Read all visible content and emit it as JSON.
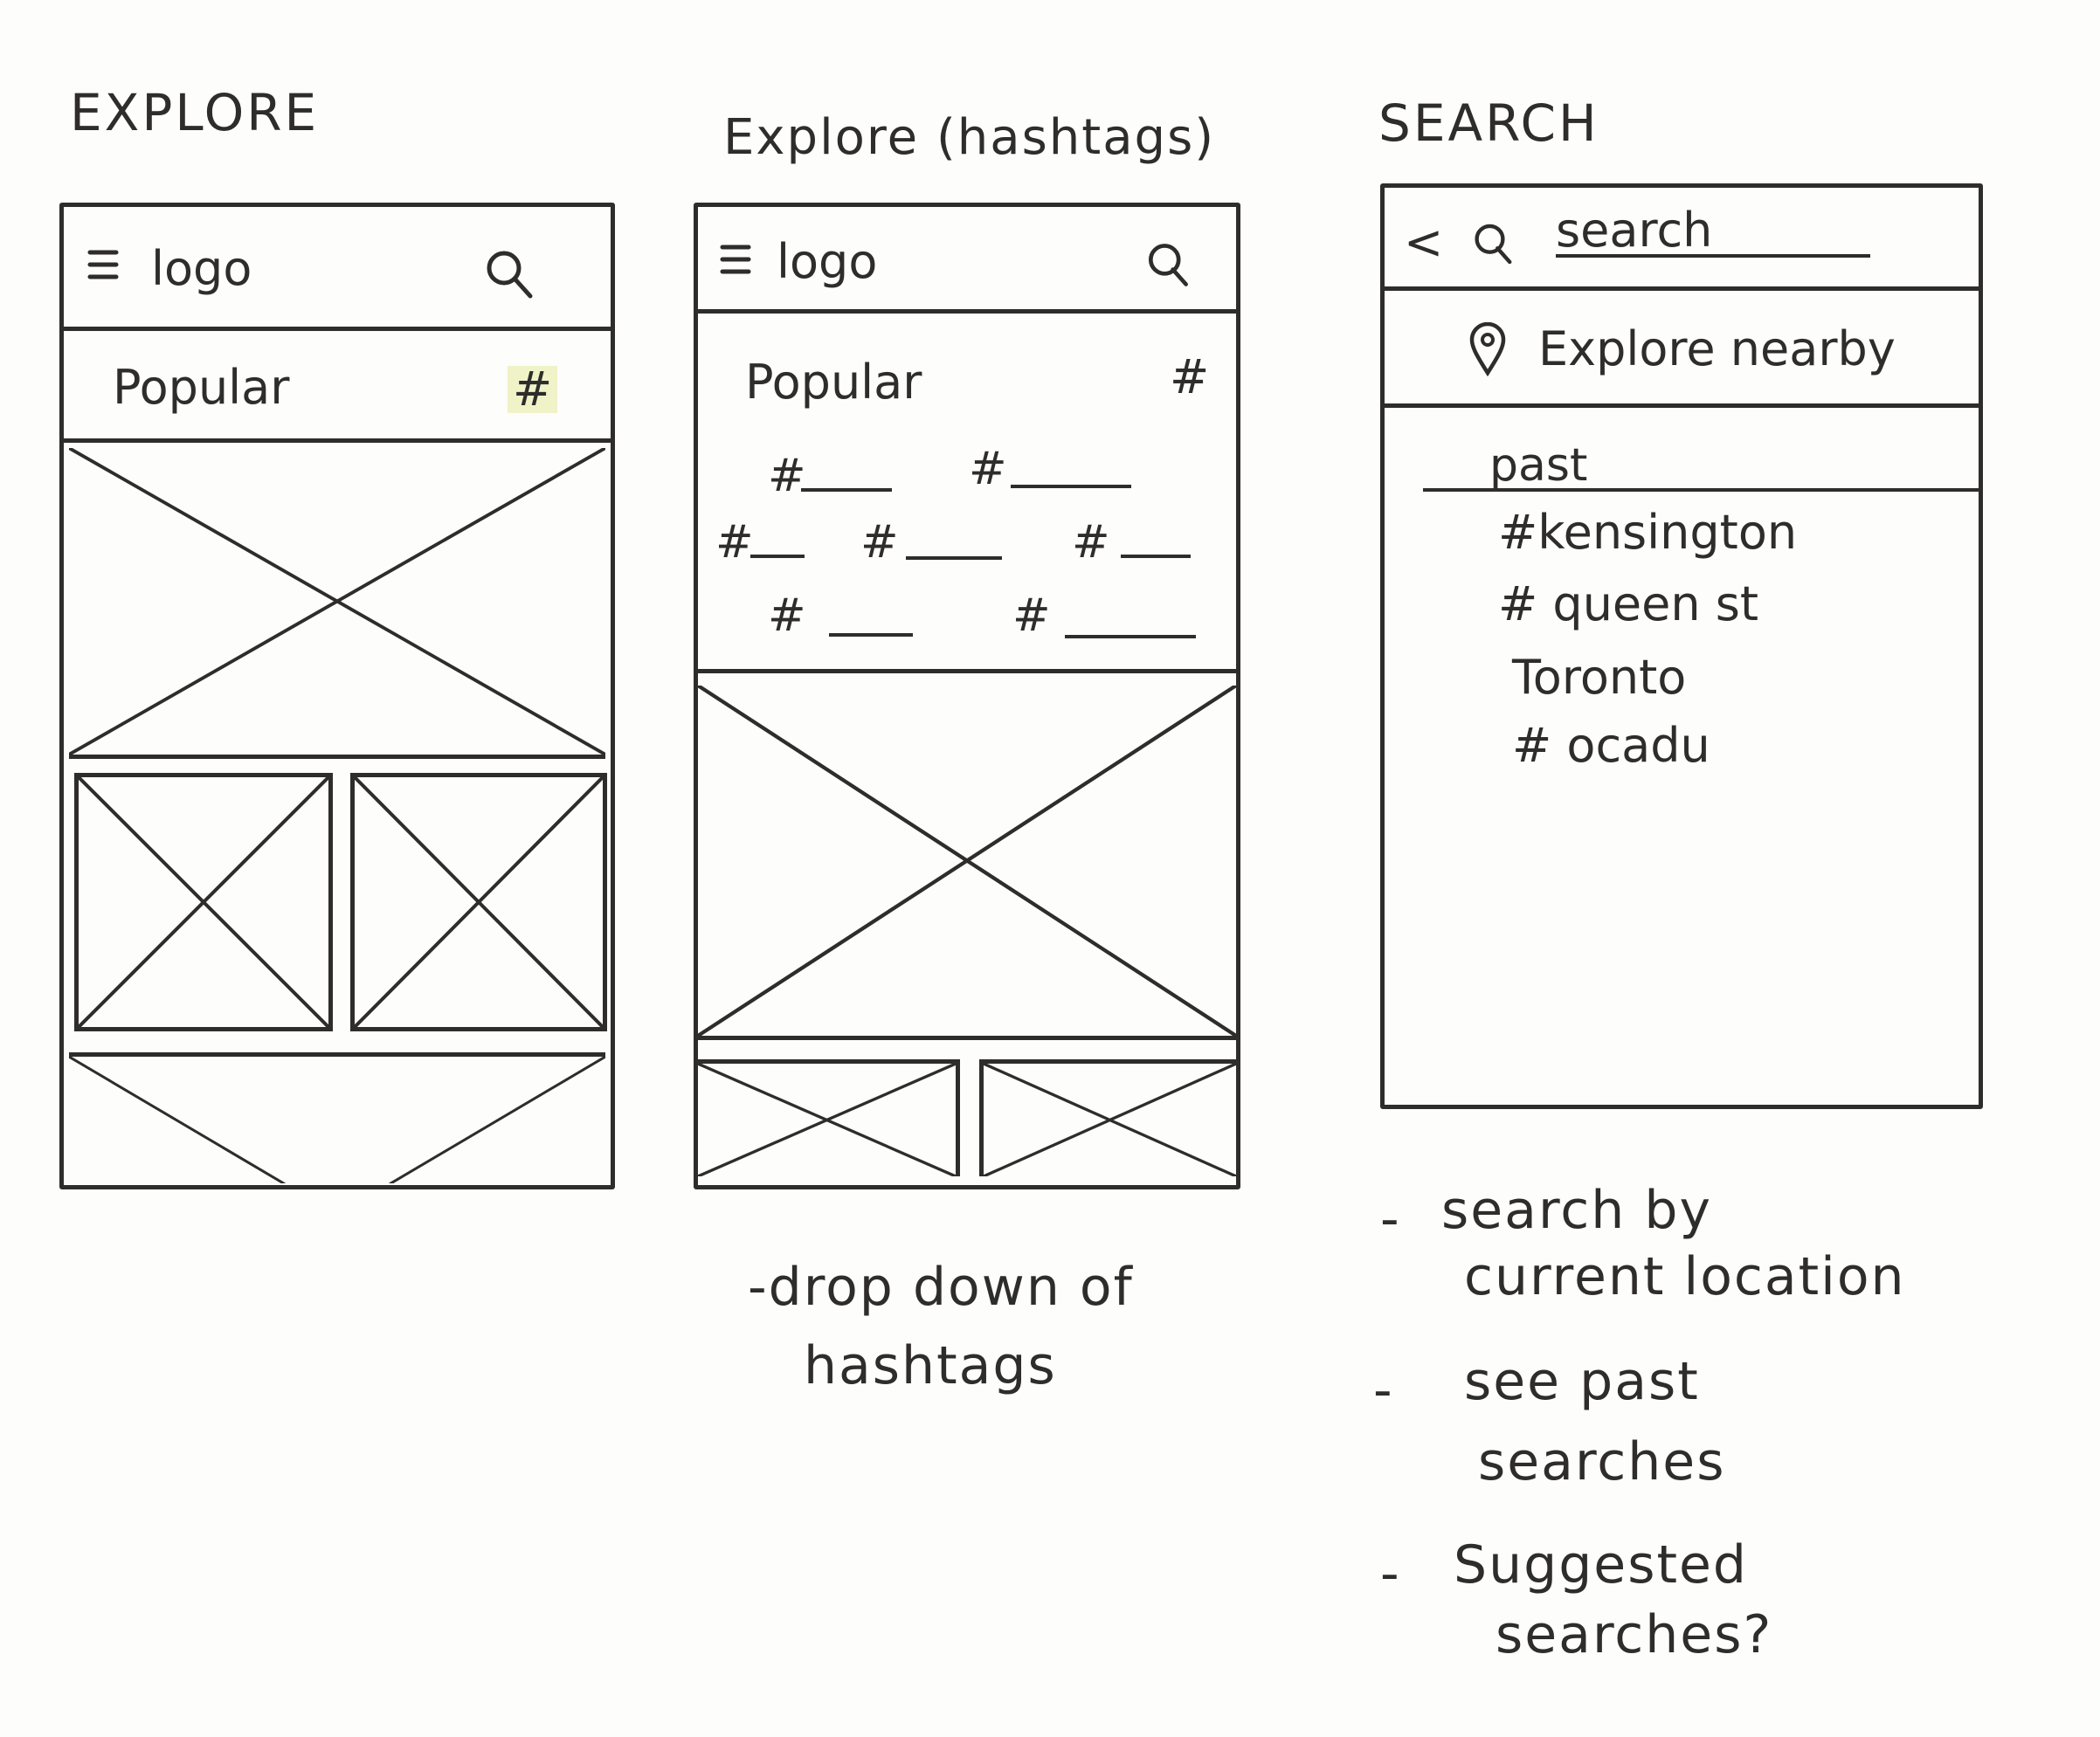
{
  "explore": {
    "title": "EXPLORE",
    "logo": "logo",
    "section_label": "Popular",
    "hashtag_button": "#"
  },
  "explore_hashtags": {
    "title": "Explore (hashtags)",
    "logo": "logo",
    "section_label": "Popular",
    "hashtag_button": "#",
    "hashtag_chips": [
      "#",
      "#",
      "#",
      "#",
      "#",
      "#",
      "#"
    ],
    "note": [
      "-drop down of",
      "hashtags"
    ]
  },
  "search": {
    "title": "SEARCH",
    "back": "<",
    "search_placeholder": "search",
    "explore_nearby": "Explore nearby",
    "past_label": "past",
    "past_items": [
      "#kensington",
      "# queen st",
      "Toronto",
      "# ocadu"
    ],
    "notes": [
      {
        "dash": "-",
        "lines": [
          "search by",
          "current location"
        ]
      },
      {
        "dash": "-",
        "lines": [
          "see past",
          "searches"
        ]
      },
      {
        "dash": "-",
        "lines": [
          "Suggested",
          "searches?"
        ]
      }
    ]
  },
  "icons": {
    "menu": "hamburger-menu-icon",
    "search": "magnifier-icon",
    "back": "chevron-left-icon",
    "location": "map-pin-icon",
    "image": "image-placeholder-icon"
  }
}
